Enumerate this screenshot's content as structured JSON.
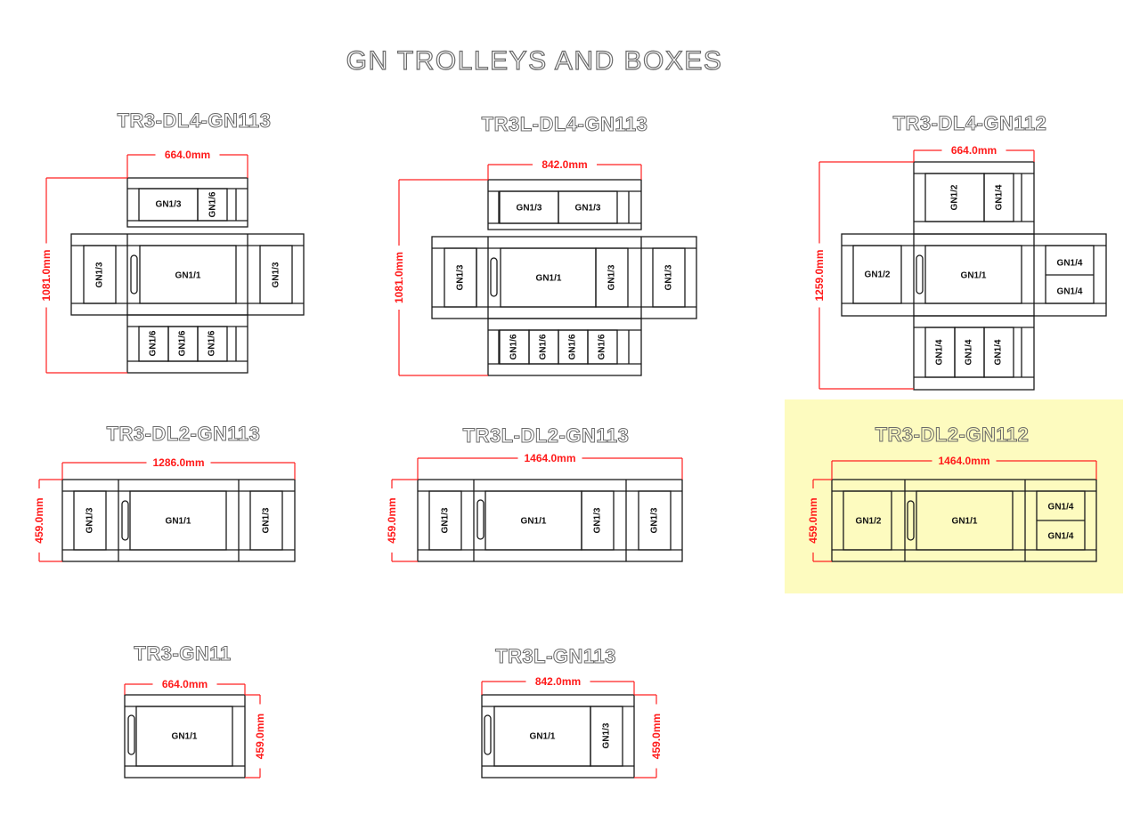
{
  "title": "GN TROLLEYS AND BOXES",
  "colors": {
    "dimension": "#ff1a1a",
    "highlight": "#fdfbbf",
    "outline": "#1a1a1a"
  },
  "trolleys": [
    {
      "id": "tr3-dl4-gn113",
      "name": "TR3-DL4-GN113",
      "width_label": "664.0mm",
      "height_label": "1081.0mm",
      "highlighted": false,
      "compartments": {
        "top": [
          "GN1/3",
          "GN1/6"
        ],
        "left": [
          "GN1/3"
        ],
        "center": [
          "GN1/1"
        ],
        "right": [
          "GN1/3"
        ],
        "bottom": [
          "GN1/6",
          "GN1/6",
          "GN1/6"
        ]
      }
    },
    {
      "id": "tr3l-dl4-gn113",
      "name": "TR3L-DL4-GN113",
      "width_label": "842.0mm",
      "height_label": "1081.0mm",
      "highlighted": false,
      "compartments": {
        "top": [
          "GN1/3",
          "GN1/3"
        ],
        "left": [
          "GN1/3"
        ],
        "center": [
          "GN1/1",
          "GN1/3"
        ],
        "right": [
          "GN1/3"
        ],
        "bottom": [
          "GN1/6",
          "GN1/6",
          "GN1/6",
          "GN1/6"
        ]
      }
    },
    {
      "id": "tr3-dl4-gn112",
      "name": "TR3-DL4-GN112",
      "width_label": "664.0mm",
      "height_label": "1259.0mm",
      "highlighted": false,
      "compartments": {
        "top": [
          "GN1/2",
          "GN1/4"
        ],
        "left": [
          "GN1/2"
        ],
        "center": [
          "GN1/1"
        ],
        "right": [
          "GN1/4",
          "GN1/4"
        ],
        "bottom": [
          "GN1/4",
          "GN1/4",
          "GN1/4"
        ]
      }
    },
    {
      "id": "tr3-dl2-gn113",
      "name": "TR3-DL2-GN113",
      "width_label": "1286.0mm",
      "height_label": "459.0mm",
      "highlighted": false,
      "compartments": {
        "left": [
          "GN1/3"
        ],
        "center": [
          "GN1/1"
        ],
        "right": [
          "GN1/3"
        ]
      }
    },
    {
      "id": "tr3l-dl2-gn113",
      "name": "TR3L-DL2-GN113",
      "width_label": "1464.0mm",
      "height_label": "459.0mm",
      "highlighted": false,
      "compartments": {
        "left": [
          "GN1/3"
        ],
        "center": [
          "GN1/1",
          "GN1/3"
        ],
        "right": [
          "GN1/3"
        ]
      }
    },
    {
      "id": "tr3-dl2-gn112",
      "name": "TR3-DL2-GN112",
      "width_label": "1464.0mm",
      "height_label": "459.0mm",
      "highlighted": true,
      "compartments": {
        "left": [
          "GN1/2"
        ],
        "center": [
          "GN1/1"
        ],
        "right": [
          "GN1/4",
          "GN1/4"
        ]
      }
    },
    {
      "id": "tr3-gn11",
      "name": "TR3-GN11",
      "width_label": "664.0mm",
      "height_label": "459.0mm",
      "highlighted": false,
      "compartments": {
        "center": [
          "GN1/1"
        ]
      }
    },
    {
      "id": "tr3l-gn113",
      "name": "TR3L-GN113",
      "width_label": "842.0mm",
      "height_label": "459.0mm",
      "highlighted": false,
      "compartments": {
        "center": [
          "GN1/1",
          "GN1/3"
        ]
      }
    }
  ]
}
